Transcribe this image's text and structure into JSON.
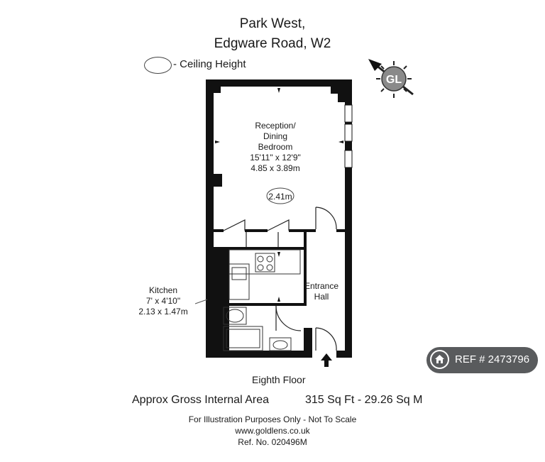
{
  "header": {
    "line1": "Park West,",
    "line2": "Edgware Road, W2"
  },
  "legend": {
    "label": "- Ceiling Height"
  },
  "compass": {
    "label": "GL",
    "icon": "compass-north-arrow"
  },
  "rooms": {
    "reception": {
      "line1": "Reception/",
      "line2": "Dining",
      "line3": "Bedroom",
      "imperial": "15'11\" x 12'9\"",
      "metric": "4.85 x 3.89m",
      "ceiling": "2.41m"
    },
    "kitchen": {
      "line1": "Kitchen",
      "imperial": "7' x 4'10\"",
      "metric": "2.13 x 1.47m"
    },
    "hall": {
      "line1": "Entrance",
      "line2": "Hall"
    }
  },
  "floor_label": "Eighth Floor",
  "area": {
    "label": "Approx Gross Internal Area",
    "value": "315 Sq Ft  -  29.26 Sq M"
  },
  "footer": {
    "line1": "For Illustration Purposes Only - Not To Scale",
    "line2": "www.goldlens.co.uk",
    "line3": "Ref. No. 020496M"
  },
  "ref_badge": {
    "text": "REF # 2473796",
    "icon": "house-icon"
  },
  "colors": {
    "wall": "#111111",
    "badge": "#4c4e50",
    "compass": "#8a8a8a"
  }
}
